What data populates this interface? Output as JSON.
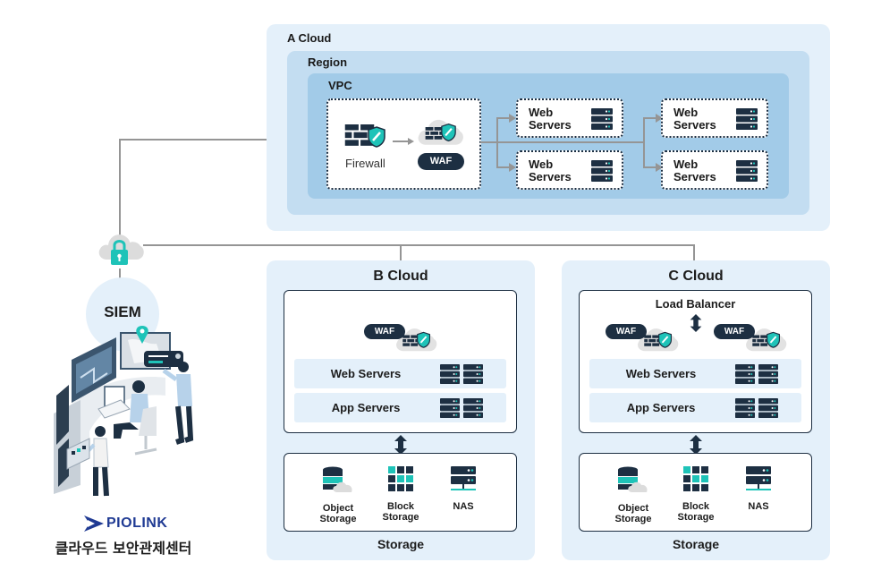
{
  "colors": {
    "navy": "#1d2f42",
    "teal": "#1ec3b8",
    "light_blue": "#e4f0fa",
    "mid_blue": "#c3ddf1",
    "vpc_blue": "#a2cbe8",
    "connector_gray": "#959595",
    "brand_blue": "#1f3a93"
  },
  "left": {
    "siem_label": "SIEM",
    "brand_name": "PIOLINK",
    "center_label": "클라우드 보안관제센터",
    "icons": [
      "cloud-lock-icon",
      "security-operations-center-illustration",
      "piolink-logo-icon"
    ]
  },
  "a_cloud": {
    "title": "A Cloud",
    "region_label": "Region",
    "vpc_label": "VPC",
    "firewall_label": "Firewall",
    "waf_label": "WAF",
    "web_servers": [
      {
        "label_line1": "Web",
        "label_line2": "Servers"
      },
      {
        "label_line1": "Web",
        "label_line2": "Servers"
      },
      {
        "label_line1": "Web",
        "label_line2": "Servers"
      },
      {
        "label_line1": "Web",
        "label_line2": "Servers"
      }
    ]
  },
  "b_cloud": {
    "title": "B Cloud",
    "waf_label": "WAF",
    "tiers": [
      "Web Servers",
      "App Servers"
    ],
    "storage_items": [
      {
        "line1": "Object",
        "line2": "Storage"
      },
      {
        "line1": "Block",
        "line2": "Storage"
      },
      {
        "line1": "NAS",
        "line2": ""
      }
    ],
    "storage_label": "Storage"
  },
  "c_cloud": {
    "title": "C Cloud",
    "load_balancer_label": "Load Balancer",
    "waf_labels": [
      "WAF",
      "WAF"
    ],
    "tiers": [
      "Web Servers",
      "App Servers"
    ],
    "storage_items": [
      {
        "line1": "Object",
        "line2": "Storage"
      },
      {
        "line1": "Block",
        "line2": "Storage"
      },
      {
        "line1": "NAS",
        "line2": ""
      }
    ],
    "storage_label": "Storage"
  }
}
